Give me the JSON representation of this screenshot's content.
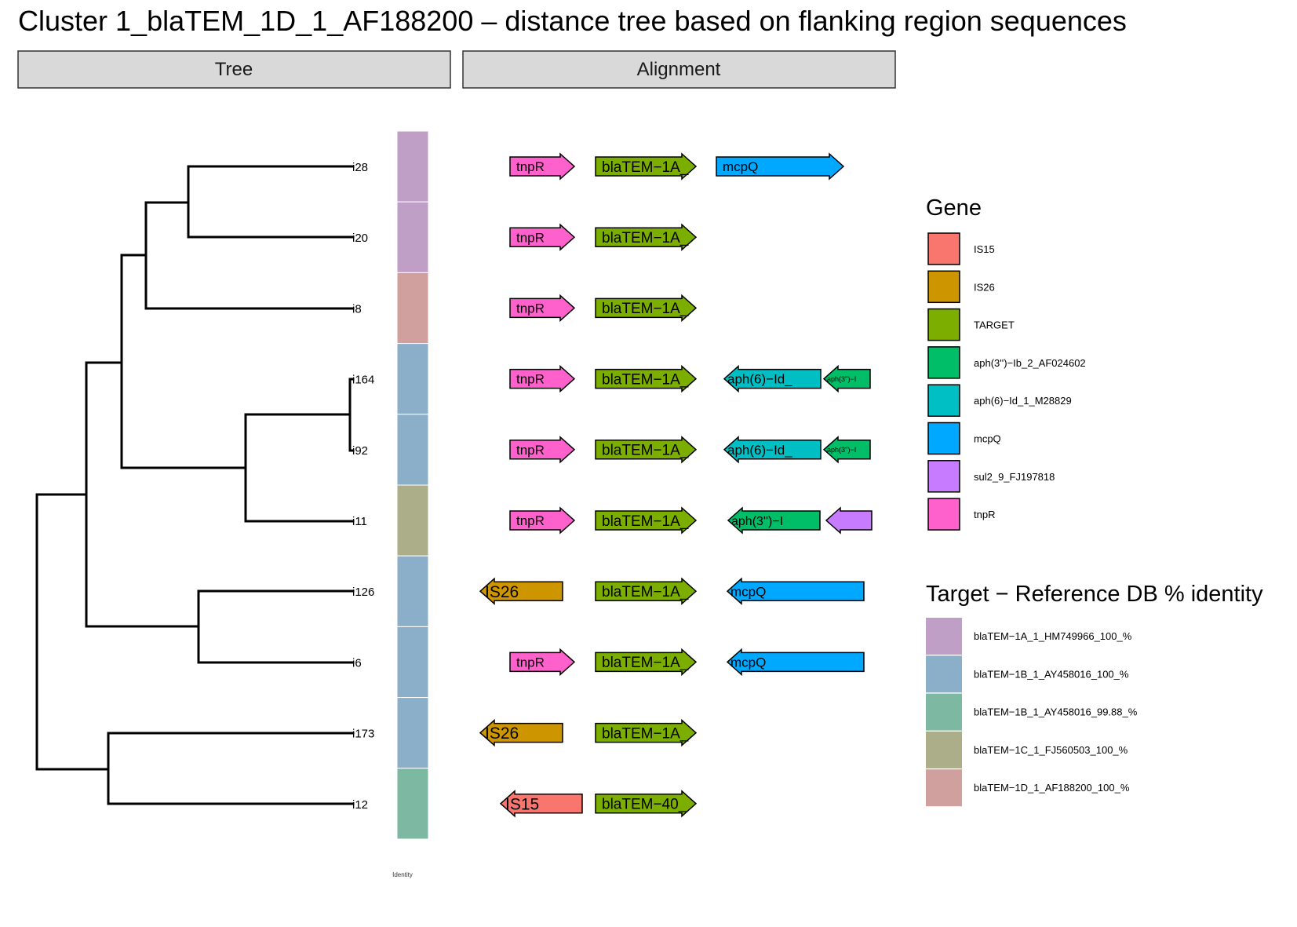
{
  "title": "Cluster 1_blaTEM_1D_1_AF188200 – distance tree based on flanking region sequences",
  "panels": {
    "tree": "Tree",
    "alignment": "Alignment"
  },
  "identity_label": "Identity",
  "leaves": [
    {
      "label": "i28",
      "identity": "blaTEM−1A_1_HM749966_100_%",
      "genes": [
        {
          "text": "tnpR",
          "type": "tnpR",
          "dir": "+"
        },
        {
          "text": "blaTEM−1A_",
          "type": "TARGET",
          "dir": "+"
        },
        {
          "text": "mcpQ",
          "type": "mcpQ",
          "dir": "+"
        }
      ]
    },
    {
      "label": "i20",
      "identity": "blaTEM−1A_1_HM749966_100_%",
      "genes": [
        {
          "text": "tnpR",
          "type": "tnpR",
          "dir": "+"
        },
        {
          "text": "blaTEM−1A_",
          "type": "TARGET",
          "dir": "+"
        }
      ]
    },
    {
      "label": "i8",
      "identity": "blaTEM−1D_1_AF188200_100_%",
      "genes": [
        {
          "text": "tnpR",
          "type": "tnpR",
          "dir": "+"
        },
        {
          "text": "blaTEM−1A_",
          "type": "TARGET",
          "dir": "+"
        }
      ]
    },
    {
      "label": "i164",
      "identity": "blaTEM−1B_1_AY458016_100_%",
      "genes": [
        {
          "text": "tnpR",
          "type": "tnpR",
          "dir": "+"
        },
        {
          "text": "blaTEM−1A_",
          "type": "TARGET",
          "dir": "+"
        },
        {
          "text": "aph(6)−Id_",
          "type": "aph(6)−Id_1_M28829",
          "dir": "-"
        },
        {
          "text": "aph(3'')−I",
          "type": "aph(3'')−Ib_2_AF024602",
          "dir": "-"
        }
      ]
    },
    {
      "label": "i92",
      "identity": "blaTEM−1B_1_AY458016_100_%",
      "genes": [
        {
          "text": "tnpR",
          "type": "tnpR",
          "dir": "+"
        },
        {
          "text": "blaTEM−1A_",
          "type": "TARGET",
          "dir": "+"
        },
        {
          "text": "aph(6)−Id_",
          "type": "aph(6)−Id_1_M28829",
          "dir": "-"
        },
        {
          "text": "aph(3'')−I",
          "type": "aph(3'')−Ib_2_AF024602",
          "dir": "-"
        }
      ]
    },
    {
      "label": "i11",
      "identity": "blaTEM−1C_1_FJ560503_100_%",
      "genes": [
        {
          "text": "tnpR",
          "type": "tnpR",
          "dir": "+"
        },
        {
          "text": "blaTEM−1A_",
          "type": "TARGET",
          "dir": "+"
        },
        {
          "text": "aph(3'')−I",
          "type": "aph(3'')−Ib_2_AF024602",
          "dir": "-"
        },
        {
          "text": "",
          "type": "sul2_9_FJ197818",
          "dir": "-"
        }
      ]
    },
    {
      "label": "i126",
      "identity": "blaTEM−1B_1_AY458016_100_%",
      "genes": [
        {
          "text": "IS26",
          "type": "IS26",
          "dir": "-"
        },
        {
          "text": "blaTEM−1A_",
          "type": "TARGET",
          "dir": "+"
        },
        {
          "text": "mcpQ",
          "type": "mcpQ",
          "dir": "-"
        }
      ]
    },
    {
      "label": "i6",
      "identity": "blaTEM−1B_1_AY458016_100_%",
      "genes": [
        {
          "text": "tnpR",
          "type": "tnpR",
          "dir": "+"
        },
        {
          "text": "blaTEM−1A_",
          "type": "TARGET",
          "dir": "+"
        },
        {
          "text": "mcpQ",
          "type": "mcpQ",
          "dir": "-"
        }
      ]
    },
    {
      "label": "i173",
      "identity": "blaTEM−1B_1_AY458016_100_%",
      "genes": [
        {
          "text": "IS26",
          "type": "IS26",
          "dir": "-"
        },
        {
          "text": "blaTEM−1A_",
          "type": "TARGET",
          "dir": "+"
        }
      ]
    },
    {
      "label": "i12",
      "identity": "blaTEM−1B_1_AY458016_99.88_%",
      "genes": [
        {
          "text": "IS15",
          "type": "IS15",
          "dir": "-"
        },
        {
          "text": "blaTEM−40_",
          "type": "TARGET",
          "dir": "+"
        }
      ]
    }
  ],
  "legend_gene": {
    "title": "Gene",
    "items": [
      {
        "label": "IS15",
        "color": "#F8766D"
      },
      {
        "label": "IS26",
        "color": "#CD9600"
      },
      {
        "label": "TARGET",
        "color": "#7CAE00"
      },
      {
        "label": "aph(3'')−Ib_2_AF024602",
        "color": "#00BE67"
      },
      {
        "label": "aph(6)−Id_1_M28829",
        "color": "#00BFC4"
      },
      {
        "label": "mcpQ",
        "color": "#00A9FF"
      },
      {
        "label": "sul2_9_FJ197818",
        "color": "#C77CFF"
      },
      {
        "label": "tnpR",
        "color": "#FF61CC"
      }
    ]
  },
  "legend_identity": {
    "title": "Target − Reference DB % identity",
    "items": [
      {
        "label": "blaTEM−1A_1_HM749966_100_%",
        "color": "#C09FC6"
      },
      {
        "label": "blaTEM−1B_1_AY458016_100_%",
        "color": "#8BAFC8"
      },
      {
        "label": "blaTEM−1B_1_AY458016_99.88_%",
        "color": "#7DB8A2"
      },
      {
        "label": "blaTEM−1C_1_FJ560503_100_%",
        "color": "#ABAE88"
      },
      {
        "label": "blaTEM−1D_1_AF188200_100_%",
        "color": "#D0A09F"
      }
    ]
  },
  "tree_topology": "(((((i28,i20),i8),((i164,i92),i11)),(i126,i6)),(i173,i12))"
}
